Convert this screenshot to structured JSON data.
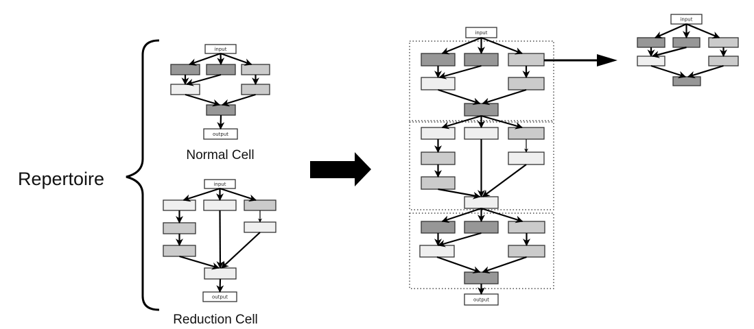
{
  "labels": {
    "repertoire": "Repertoire",
    "normal_cell": "Normal Cell",
    "reduction_cell": "Reduction Cell",
    "input": "input",
    "output": "output"
  },
  "colors": {
    "dark": "#979797",
    "medium": "#cbcbcb",
    "light": "#efefef",
    "io": "#ffffff",
    "stroke": "#000000"
  },
  "cells": {
    "normal": {
      "nodes": [
        "dark",
        "dark",
        "medium",
        "light",
        "medium",
        "dark"
      ],
      "edges": [
        [
          "in",
          0
        ],
        [
          "in",
          1
        ],
        [
          "in",
          2
        ],
        [
          0,
          3
        ],
        [
          1,
          3
        ],
        [
          2,
          4
        ],
        [
          3,
          5
        ],
        [
          4,
          5
        ],
        [
          5,
          "out"
        ]
      ]
    },
    "reduction": {
      "nodes": [
        "light",
        "light",
        "medium",
        "medium",
        "light",
        "medium",
        "light"
      ],
      "edges": [
        [
          "in",
          0
        ],
        [
          "in",
          1
        ],
        [
          "in",
          2
        ],
        [
          0,
          3
        ],
        [
          3,
          5
        ],
        [
          2,
          4
        ],
        [
          1,
          6
        ],
        [
          5,
          6
        ],
        [
          4,
          6
        ],
        [
          6,
          "out"
        ]
      ]
    }
  },
  "network": {
    "stack": [
      "normal",
      "reduction",
      "normal"
    ]
  }
}
